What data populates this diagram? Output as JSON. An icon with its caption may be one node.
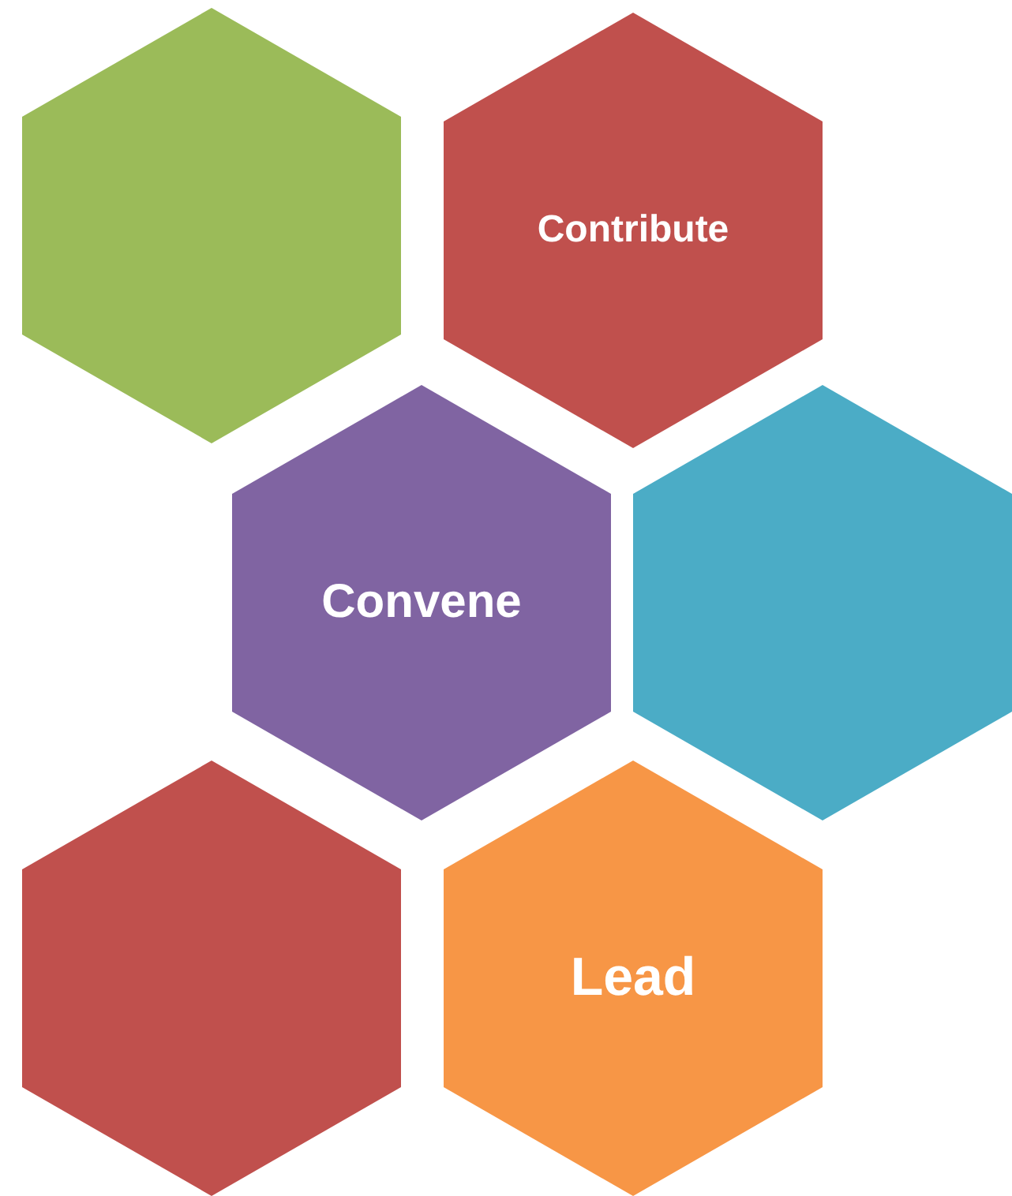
{
  "diagram": {
    "nodes": [
      {
        "text": [],
        "shape": "hexagon"
      },
      {
        "text": [
          "Contribute"
        ]
      },
      {
        "text": [
          "Convene"
        ]
      },
      {
        "text": [],
        "shape": "hexagon"
      },
      {
        "text": [],
        "shape": "hexagon"
      },
      {
        "text": [
          "Lead"
        ]
      }
    ]
  }
}
